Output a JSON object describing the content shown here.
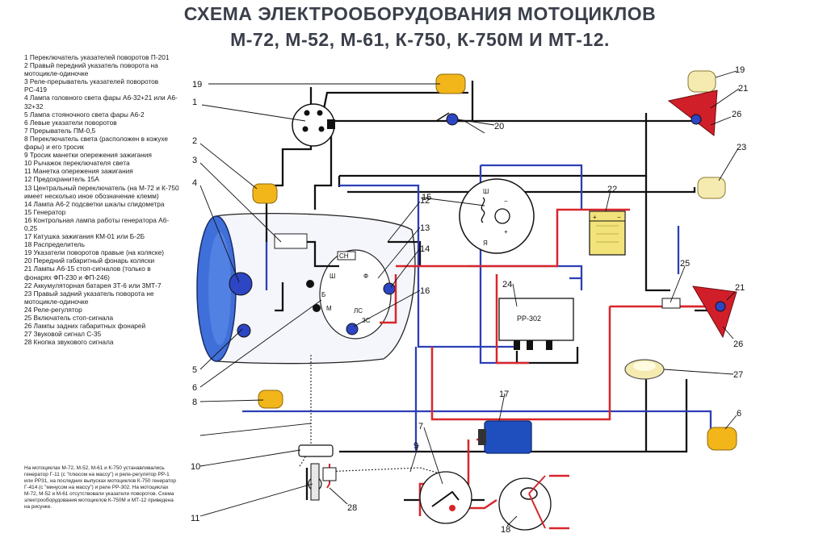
{
  "title": {
    "line1": "СХЕМА ЭЛЕКТРООБОРУДОВАНИЯ МОТОЦИКЛОВ",
    "line2": "М-72, М-52, М-61, К-750, К-750М И МТ-12."
  },
  "legend": [
    "1  Переключатель указателей поворотов П-201",
    "2 Правый передний указатель поворота на мотоцикле-одиночке",
    "3 Реле-прерыватель указателей поворотов РС-419",
    "4 Лампа головного света фары А6-32+21 или А6-32+32",
    "5 Лампа стояночного света фары А6-2",
    "6 Левые указатели поворотов",
    "7 Прерыватель ПМ-0,5",
    "8 Переключатель света (расположен в кожухе фары) и его тросик",
    "9 Тросик манетки опережения зажигания",
    "10 Рычажок переключателя света",
    "11 Манетка опережения зажигания",
    "12 Предохранитель 15А",
    "13 Центральный переключатель (на М-72 и К-750 имеет несколько иное обозначение клемм)",
    "14 Лампа А6-2 подсветки шкалы спидометра",
    "15 Генератор",
    "16 Контрольная лампа работы генератора А6-0,25",
    "17 Катушка зажигания КМ-01 или Б-2Б",
    "18 Распределитель",
    "19 Указатели поворотов правые (на коляске)",
    "20 Передний габаритный фонарь коляски",
    "21 Лампы А6-15 стоп-сигналов (только в фонарях ФП-230 и ФП-246)",
    "22 Аккумуляторная батарея 3Т-6 или 3МТ-7",
    "23 Правый задний указатель поворота не мотоцикле-одиночке",
    "24 Реле-регулятор",
    "25 Включатель стоп-сигнала",
    "26 Лампы задних габаритных фонарей",
    "27 Звуковой сигнал С-35",
    "28 Кнопка звукового сигнала"
  ],
  "note": "На мотоциклах М-72, М-52, М-61 и К-750 устанавливались генератор Г-11 (с \"плюсом на массу\") и реле-регулятор РР-1 или РР31, на последних выпусках мотоциклов К-750 генератор Г-414 (с \"минусом на массу\") и реле РР-302. На мотоциклах М-72, М-52 и М-61 отсутствовали указатели поворотов. Схема электрооборудования мотоциклов К-750М и МТ-12 приведена на рисунке.",
  "callouts": [
    "19",
    "1",
    "2",
    "3",
    "4",
    "5",
    "6",
    "8",
    "10",
    "11",
    "12",
    "13",
    "14",
    "15",
    "16",
    "24",
    "22",
    "25",
    "17",
    "7",
    "9",
    "28",
    "18",
    "19",
    "21",
    "26",
    "20",
    "23",
    "21",
    "26",
    "27",
    "6"
  ],
  "component_text": {
    "regulator": "РР-302",
    "gen_w": "Ш",
    "gen_ya": "Я",
    "battery_plus": "+",
    "battery_minus": "−",
    "gen_plus": "+",
    "gen_minus": "−",
    "sw_sh": "Ш",
    "sw_b": "Б",
    "sw_f": "Ф",
    "sw_m": "М",
    "sw_ls": "ЛС",
    "sw_zs": "ЗС",
    "sw_sn": "СН"
  },
  "colors": {
    "title": "#3a3f4a",
    "wire_black": "#111111",
    "wire_blue": "#2c3fb5",
    "wire_red": "#d8262c",
    "lamp_amber": "#f2b51a",
    "lamp_cream": "#f5eab0",
    "battery": "#f2e27a",
    "coil": "#1f4fbf",
    "headlight": "#3f6fd8",
    "tail_lamp": "#d11f2a"
  }
}
